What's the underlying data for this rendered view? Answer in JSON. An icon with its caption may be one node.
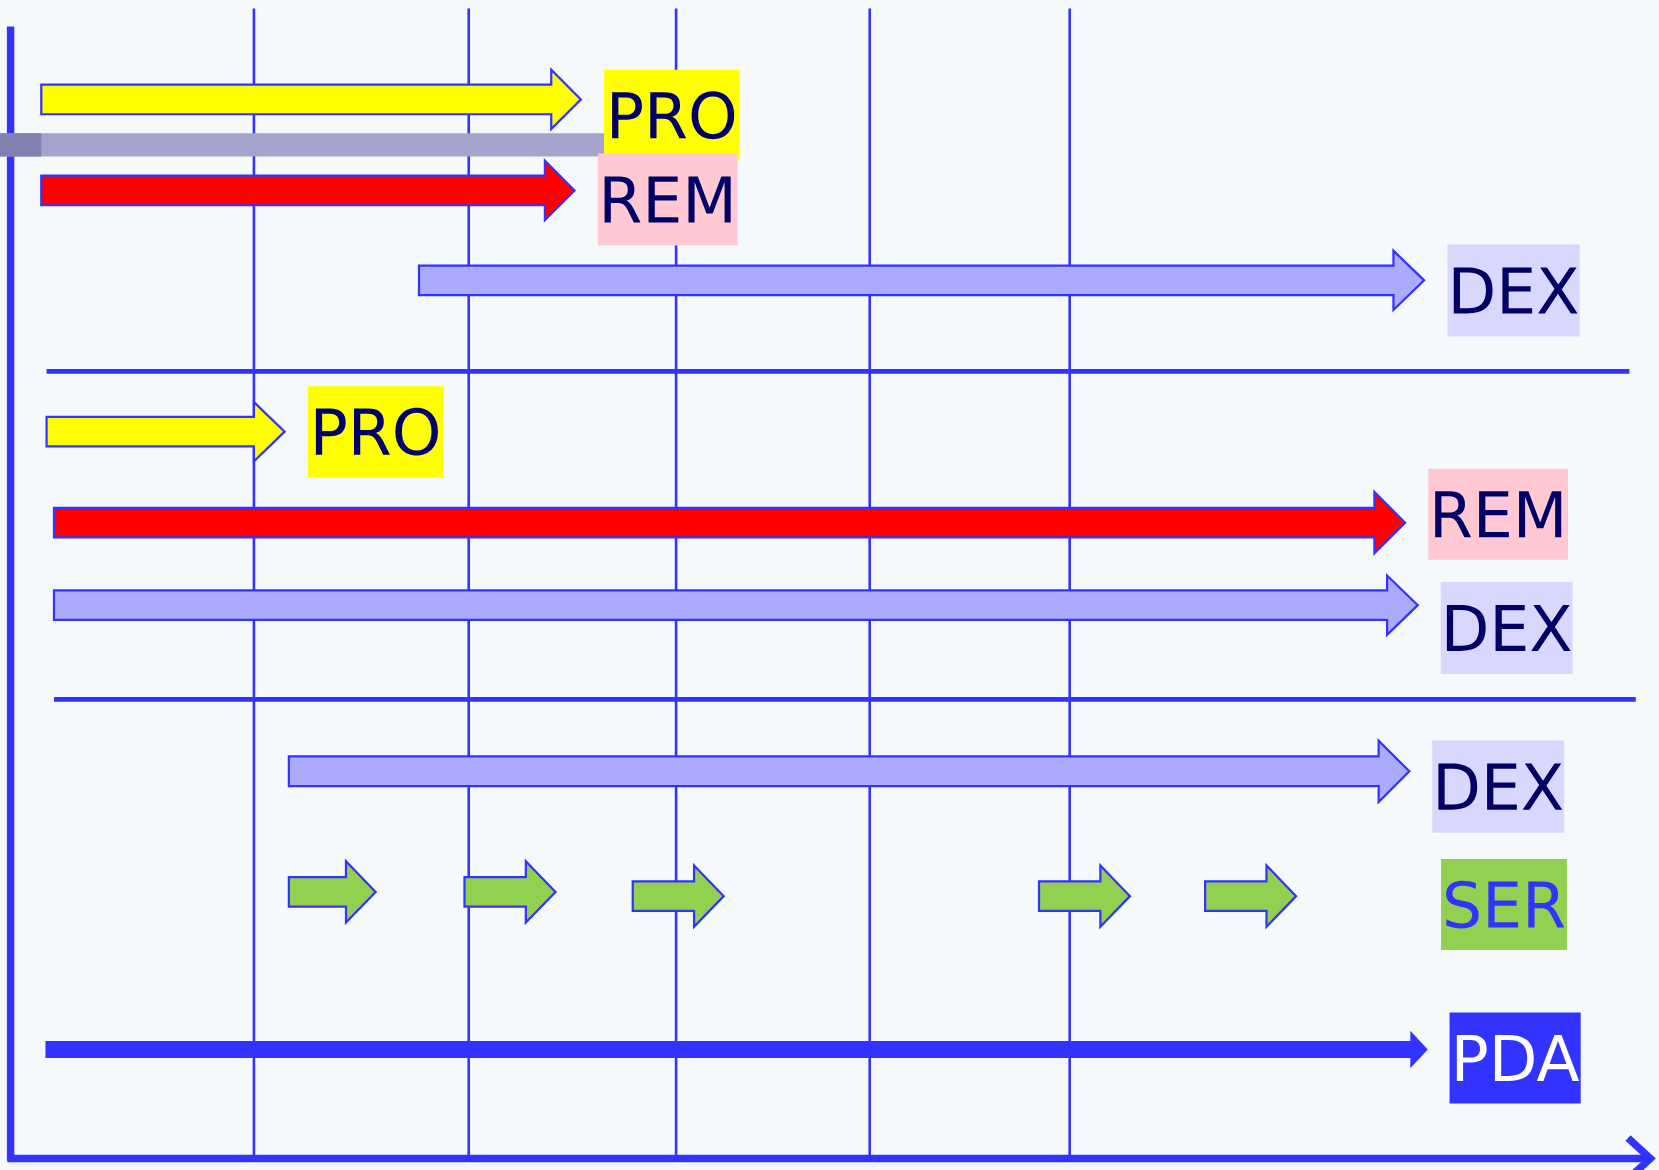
{
  "diagram": {
    "nodes": [
      {
        "text": [
          "PRO"
        ]
      },
      {
        "text": [
          "REM"
        ]
      },
      {
        "text": [
          "DEX"
        ]
      },
      {
        "text": [
          "PRO"
        ]
      },
      {
        "text": [
          "REM"
        ]
      },
      {
        "text": [
          "DEX"
        ]
      },
      {
        "text": [
          "DEX"
        ]
      },
      {
        "text": [
          "SER"
        ]
      },
      {
        "text": [
          "PDA"
        ]
      }
    ],
    "edges": [
      {
        "from": null,
        "to": 0,
        "arrow": "to",
        "color": "#ffff00"
      },
      {
        "from": null,
        "to": 1,
        "arrow": "to",
        "color": "#ff0000"
      },
      {
        "from": null,
        "to": 2,
        "arrow": "to",
        "color": "#aaaaff"
      },
      {
        "from": null,
        "to": 3,
        "arrow": "to",
        "color": "#ffff00"
      },
      {
        "from": null,
        "to": 4,
        "arrow": "to",
        "color": "#ff0000"
      },
      {
        "from": null,
        "to": 5,
        "arrow": "to",
        "color": "#aaaaff"
      },
      {
        "from": null,
        "to": 6,
        "arrow": "to",
        "color": "#aaaaff"
      },
      {
        "from": null,
        "to": 8,
        "arrow": "to",
        "color": "#3333ff"
      }
    ]
  }
}
